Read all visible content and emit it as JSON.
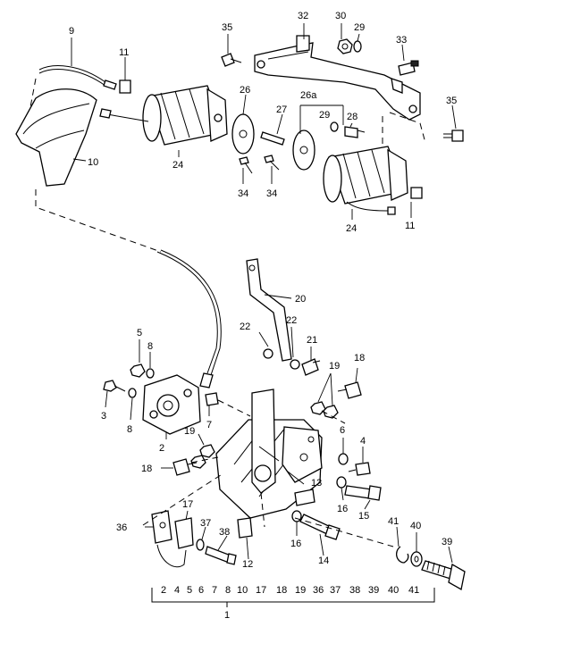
{
  "callouts": {
    "c35a": "35",
    "c32": "32",
    "c30": "30",
    "c29a": "29",
    "c33": "33",
    "c9": "9",
    "c11a": "11",
    "c26": "26",
    "c26a": "26a",
    "c27": "27",
    "c29b": "29",
    "c28": "28",
    "c35b": "35",
    "c10": "10",
    "c24a": "24",
    "c34a": "34",
    "c34b": "34",
    "c24b": "24",
    "c11b": "11",
    "c20": "20",
    "c22a": "22",
    "c22b": "22",
    "c21": "21",
    "c19a": "19",
    "c18a": "18",
    "c5": "5",
    "c8a": "8",
    "c3": "3",
    "c8b": "8",
    "c7": "7",
    "c2": "2",
    "c19b": "19",
    "c18b": "18",
    "c6": "6",
    "c4": "4",
    "c13": "13",
    "c16a": "16",
    "c15": "15",
    "c17": "17",
    "c37": "37",
    "c36": "36",
    "c38": "38",
    "c12": "12",
    "c16b": "16",
    "c14": "14",
    "c41": "41",
    "c40": "40",
    "c39": "39"
  },
  "kit_list": {
    "items": [
      "2",
      "4",
      "5",
      "6",
      "7",
      "8",
      "10",
      "17",
      "18",
      "19",
      "36",
      "37",
      "38",
      "39",
      "40",
      "41"
    ],
    "kit_number": "1"
  }
}
